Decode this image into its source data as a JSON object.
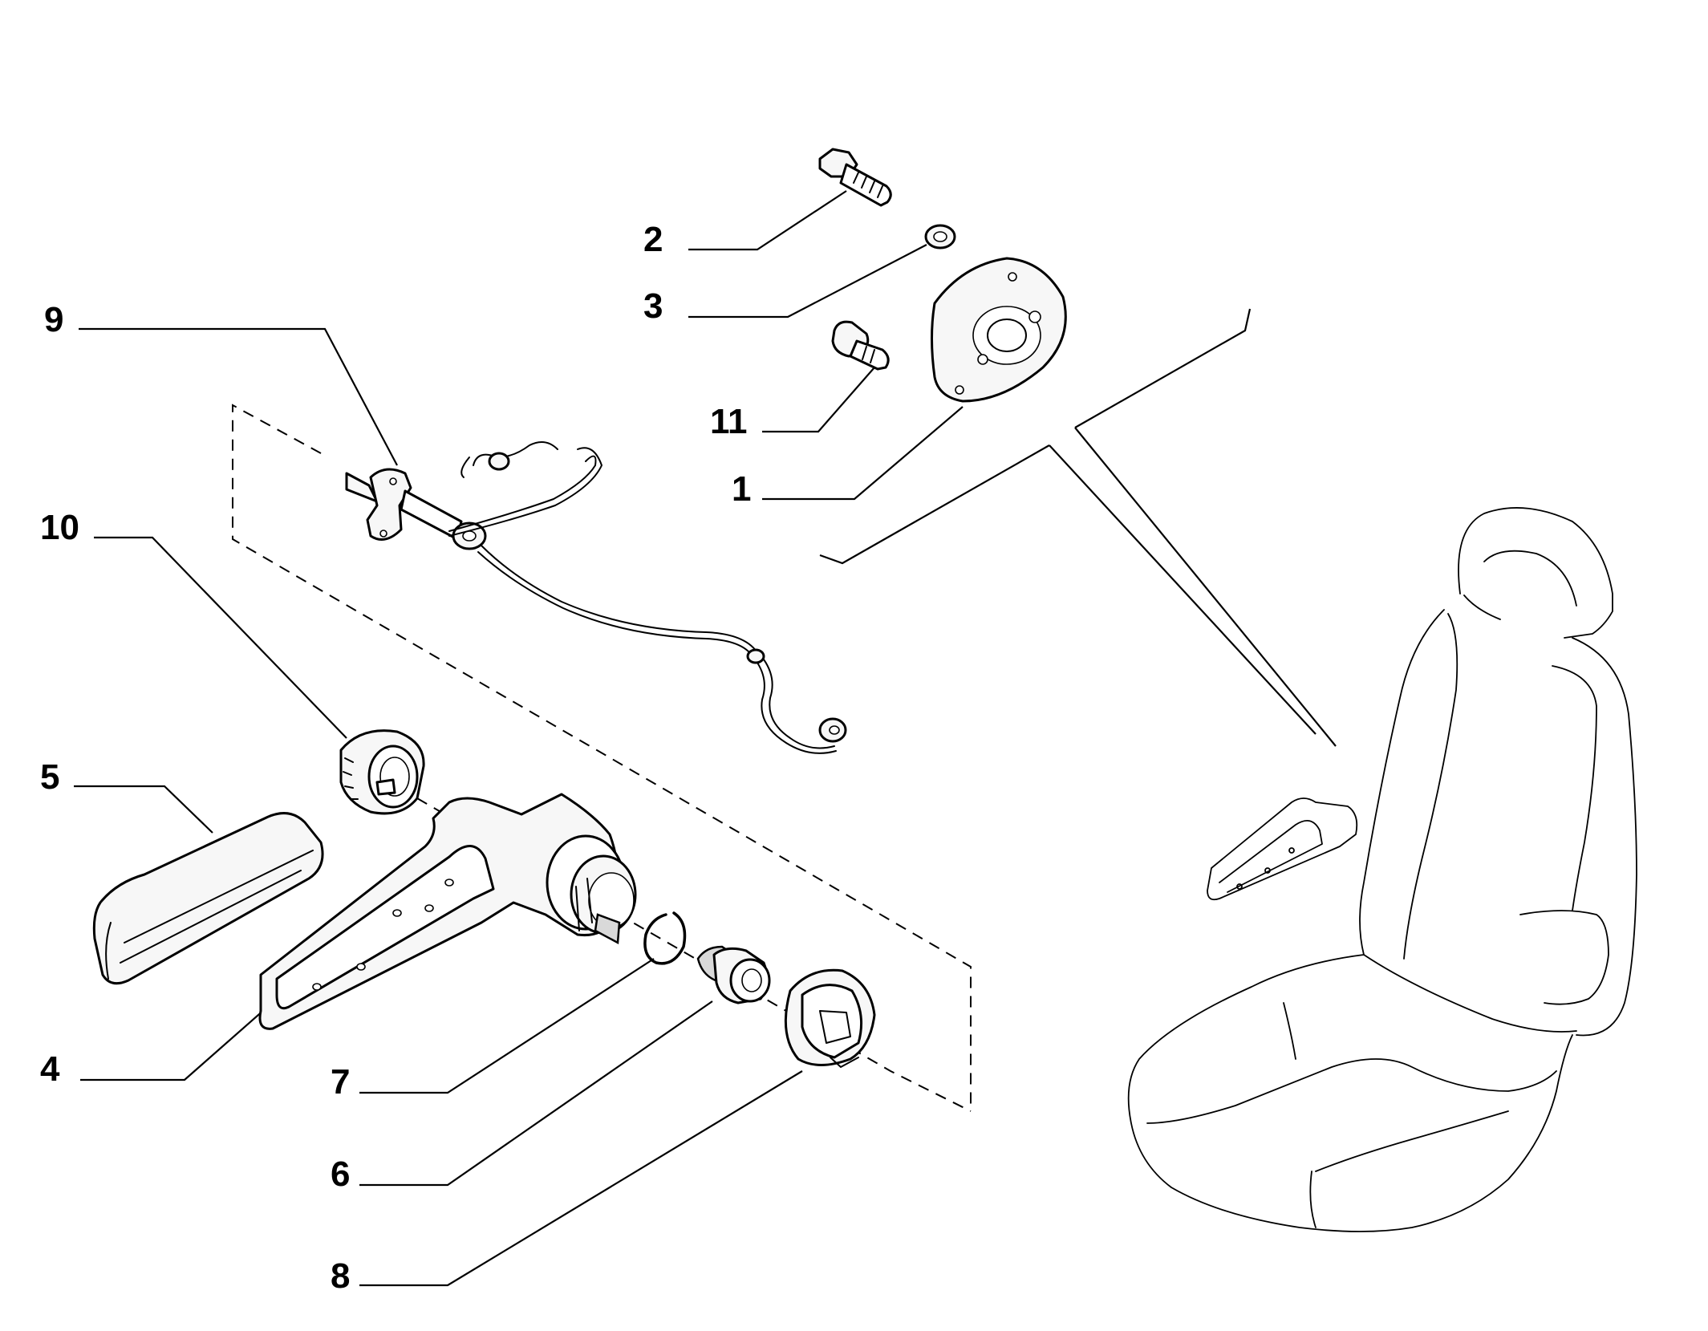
{
  "callouts": [
    {
      "id": "part-1",
      "label": "1"
    },
    {
      "id": "part-2",
      "label": "2"
    },
    {
      "id": "part-3",
      "label": "3"
    },
    {
      "id": "part-4",
      "label": "4"
    },
    {
      "id": "part-5",
      "label": "5"
    },
    {
      "id": "part-6",
      "label": "6"
    },
    {
      "id": "part-7",
      "label": "7"
    },
    {
      "id": "part-8",
      "label": "8"
    },
    {
      "id": "part-9",
      "label": "9"
    },
    {
      "id": "part-10",
      "label": "10"
    },
    {
      "id": "part-11",
      "label": "11"
    }
  ]
}
